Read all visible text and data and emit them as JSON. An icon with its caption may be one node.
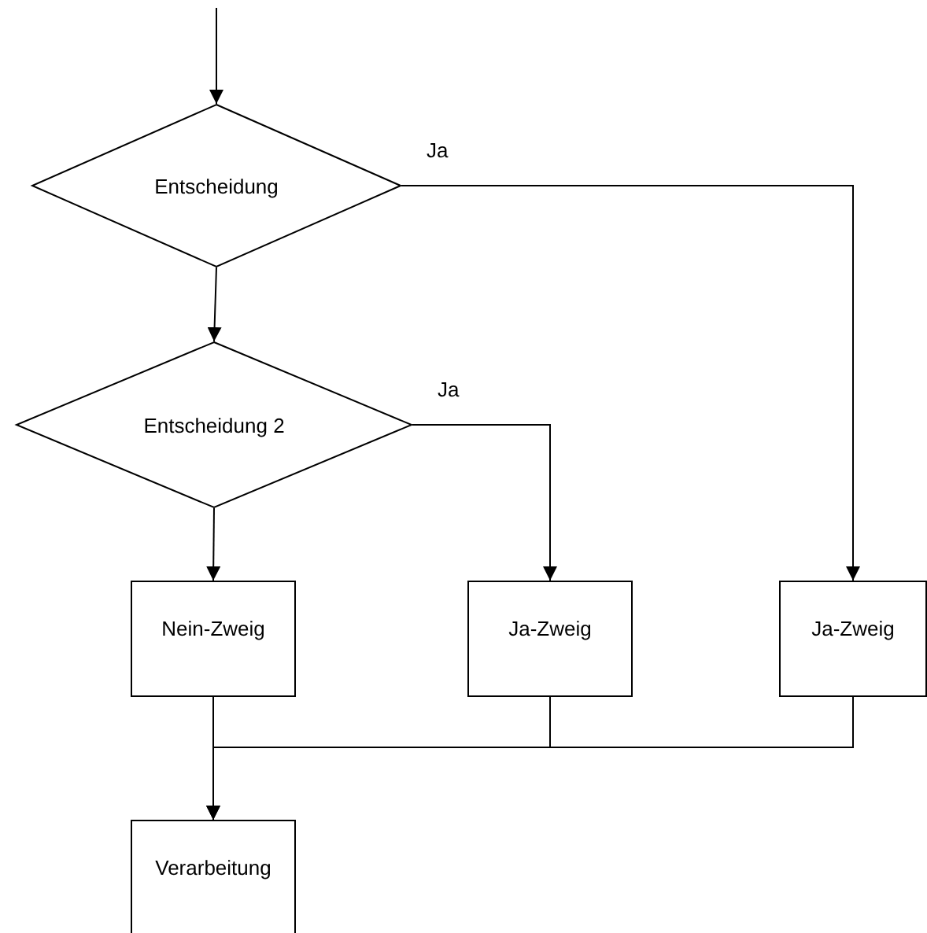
{
  "diagram": {
    "nodes": [
      {
        "text": [
          "Entscheidung"
        ]
      },
      {
        "text": [
          "Entscheidung 2"
        ]
      },
      {
        "text": [
          "Nein-Zweig"
        ]
      },
      {
        "text": [
          "Ja-Zweig"
        ]
      },
      {
        "text": [
          "Ja-Zweig"
        ]
      },
      {
        "text": [
          "Verarbeitung"
        ]
      }
    ],
    "edges": [
      {
        "from": null,
        "to": 0,
        "arrow": "to"
      },
      {
        "from": 0,
        "to": 4,
        "arrow": "to",
        "label": "Ja"
      },
      {
        "from": 0,
        "to": 1,
        "arrow": "to"
      },
      {
        "from": 1,
        "to": 3,
        "arrow": "to",
        "label": "Ja"
      },
      {
        "from": 1,
        "to": 2,
        "arrow": "to"
      },
      {
        "from": 2,
        "to": 5,
        "arrow": "to"
      },
      {
        "from": 3,
        "to": 5,
        "arrow": "to"
      },
      {
        "from": 4,
        "to": 5,
        "arrow": "to"
      }
    ]
  }
}
